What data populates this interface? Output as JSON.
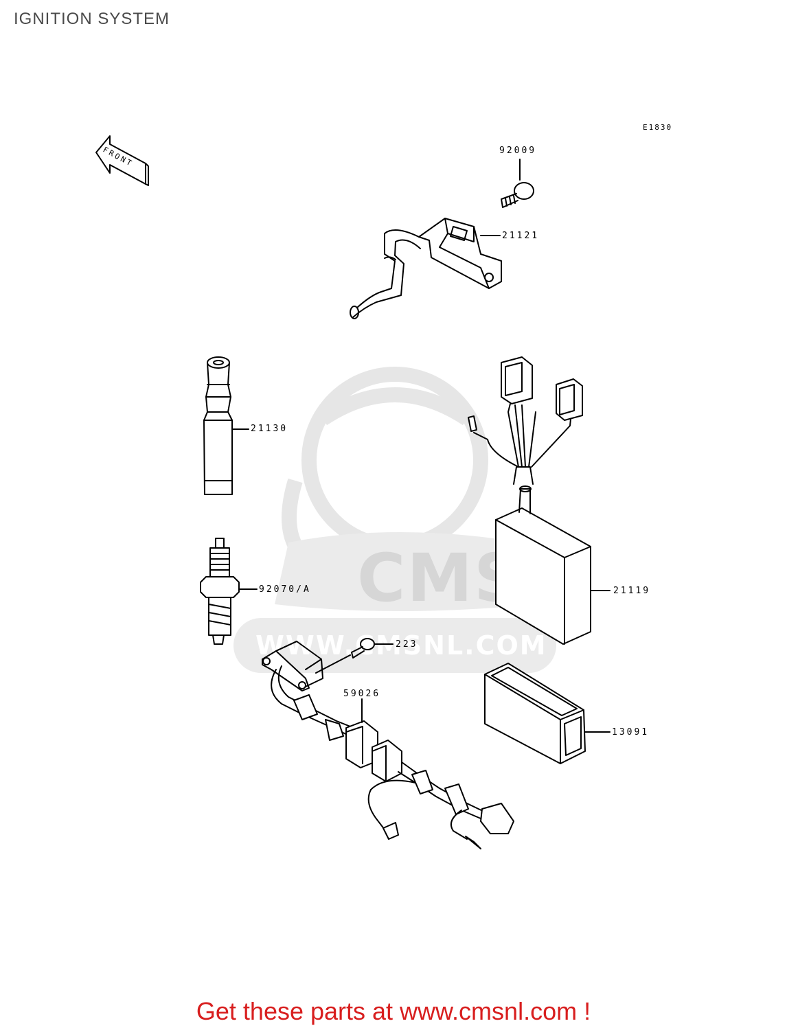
{
  "diagram": {
    "title": "IGNITION SYSTEM",
    "code": "E1830",
    "front_label": "FRONT",
    "parts": [
      {
        "id": "92009"
      },
      {
        "id": "21121"
      },
      {
        "id": "21130"
      },
      {
        "id": "92070/A"
      },
      {
        "id": "21119"
      },
      {
        "id": "223"
      },
      {
        "id": "59026"
      },
      {
        "id": "13091"
      }
    ]
  },
  "watermark": {
    "brand": "CMS",
    "url": "WWW.CMSNL.COM"
  },
  "footer": {
    "text": "Get these parts at www.cmsnl.com !"
  }
}
